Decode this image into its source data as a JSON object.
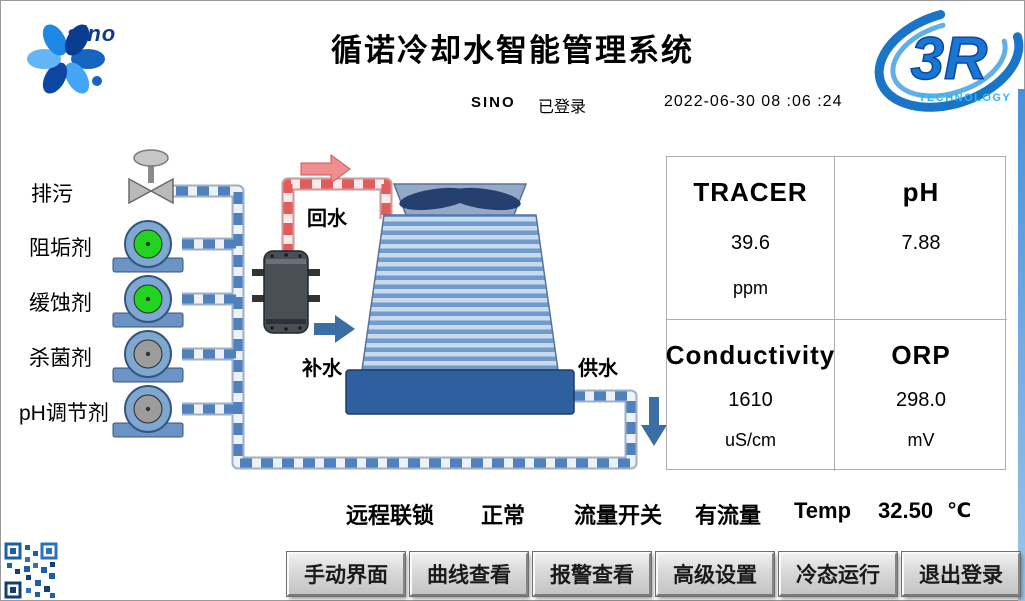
{
  "header": {
    "title": "循诺冷却水智能管理系统",
    "user": "SINO",
    "login_status": "已登录",
    "datetime": "2022-06-30  08 :06 :24",
    "sino_logo_text": "sino",
    "r3_logo_text": "3R",
    "r3_logo_subtext": "TECHNOLOGY"
  },
  "diagram": {
    "chemical_labels": [
      {
        "label": "排污"
      },
      {
        "label": "阻垢剂"
      },
      {
        "label": "缓蚀剂"
      },
      {
        "label": "杀菌剂"
      },
      {
        "label": "pH调节剂"
      }
    ],
    "pipe_labels": {
      "return_water": "回水",
      "makeup_water": "补水",
      "supply_water": "供水"
    },
    "pump_states": [
      "running",
      "running",
      "stopped",
      "stopped"
    ],
    "colors": {
      "running": "#21d421",
      "stopped": "#9c9c9c",
      "return_pipe": "#e25c5c",
      "supply_pipe": "#4f81bd"
    }
  },
  "metrics": [
    {
      "name": "TRACER",
      "value": "39.6",
      "unit": "ppm"
    },
    {
      "name": "pH",
      "value": "7.88",
      "unit": ""
    },
    {
      "name": "Conductivity",
      "value": "1610",
      "unit": "uS/cm"
    },
    {
      "name": "ORP",
      "value": "298.0",
      "unit": "mV"
    }
  ],
  "status": [
    {
      "label": "远程联锁",
      "value": "正常"
    },
    {
      "label": "流量开关",
      "value": "有流量"
    },
    {
      "label": "Temp",
      "value": "32.50",
      "unit": "℃"
    }
  ],
  "buttons": [
    {
      "label": "手动界面"
    },
    {
      "label": "曲线查看"
    },
    {
      "label": "报警查看"
    },
    {
      "label": "高级设置"
    },
    {
      "label": "冷态运行"
    },
    {
      "label": "退出登录"
    }
  ]
}
